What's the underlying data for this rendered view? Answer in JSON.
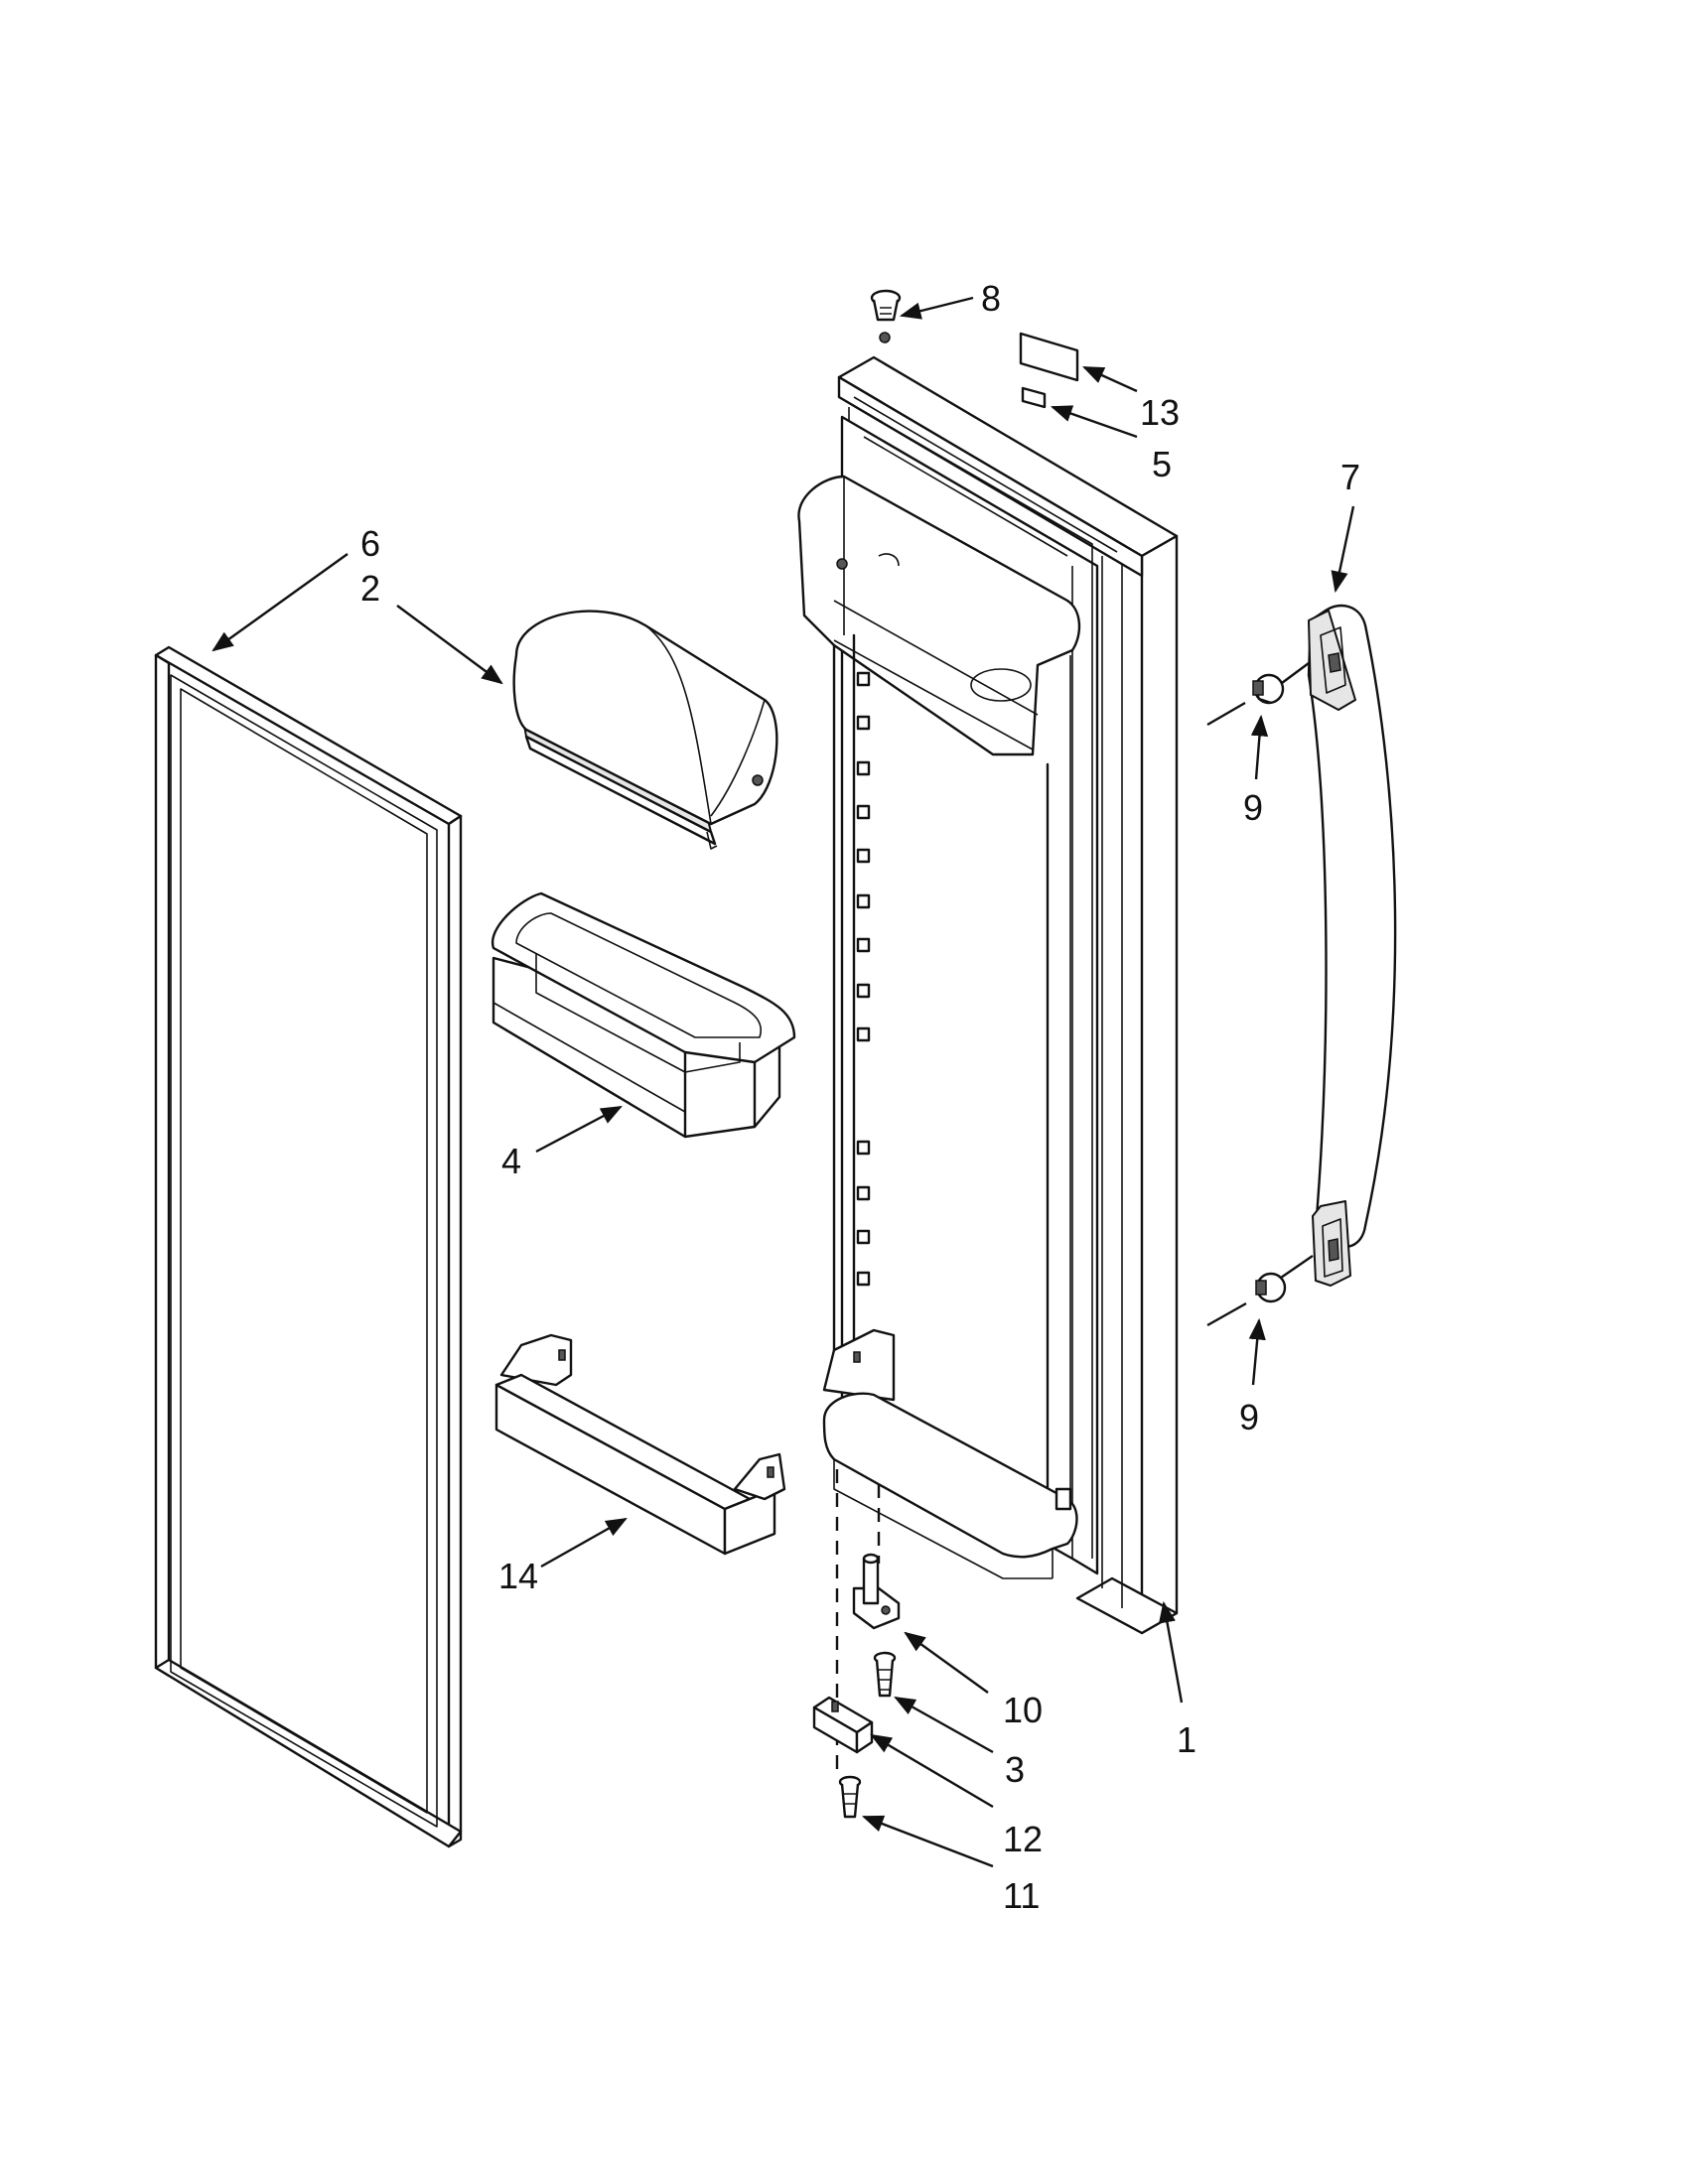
{
  "diagram": {
    "callouts": [
      {
        "id": "c8",
        "label": "8"
      },
      {
        "id": "c13",
        "label": "13"
      },
      {
        "id": "c5",
        "label": "5"
      },
      {
        "id": "c7",
        "label": "7"
      },
      {
        "id": "c6",
        "label": "6"
      },
      {
        "id": "c2",
        "label": "2"
      },
      {
        "id": "c9a",
        "label": "9"
      },
      {
        "id": "c4",
        "label": "4"
      },
      {
        "id": "c9b",
        "label": "9"
      },
      {
        "id": "c14",
        "label": "14"
      },
      {
        "id": "c10",
        "label": "10"
      },
      {
        "id": "c1",
        "label": "1"
      },
      {
        "id": "c3",
        "label": "3"
      },
      {
        "id": "c12",
        "label": "12"
      },
      {
        "id": "c11",
        "label": "11"
      }
    ],
    "colors": {
      "line": "#111111",
      "background": "#ffffff",
      "shade": "#e6e6e6"
    }
  }
}
